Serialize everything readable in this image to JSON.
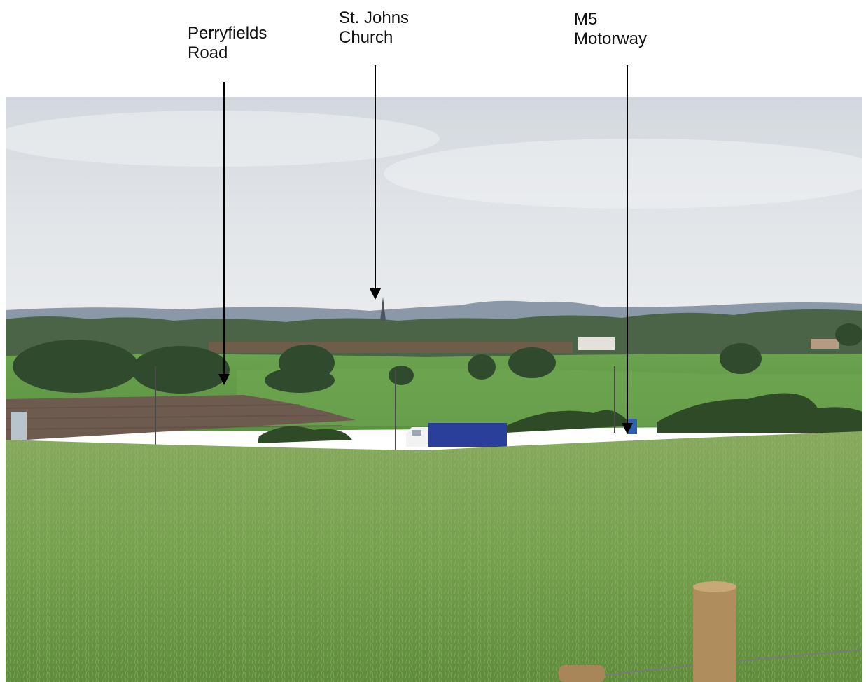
{
  "annotations": [
    {
      "id": "perryfields",
      "lines": [
        "Perryfields",
        "Road"
      ]
    },
    {
      "id": "church",
      "lines": [
        "St. Johns",
        "Church"
      ]
    },
    {
      "id": "motorway",
      "lines": [
        "M5",
        "Motorway"
      ]
    }
  ],
  "colors": {
    "sky_top": "#d9dde2",
    "sky_bottom": "#e6e9ec",
    "hills": "#8795a6",
    "treeline": "#3f5a3a",
    "field": "#5f9a48",
    "ploughed": "#6b5a4e",
    "grass_near": "#7da455",
    "truck_body": "#2a3f9a",
    "post": "#b08d5c",
    "arrow": "#000000",
    "label_text": "#111111"
  }
}
